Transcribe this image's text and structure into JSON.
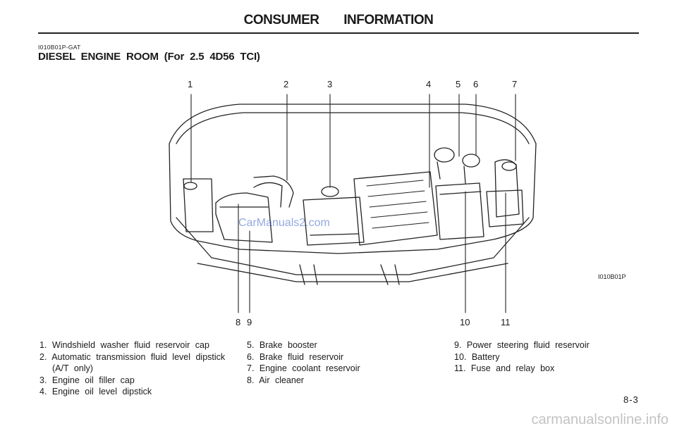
{
  "header": {
    "title": "CONSUMER INFORMATION"
  },
  "section": {
    "code": "I010B01P-GAT",
    "title": "DIESEL ENGINE ROOM (For 2.5 4D56 TCI)"
  },
  "figure": {
    "code": "I010B01P",
    "callouts_top": [
      "1",
      "2",
      "3",
      "4",
      "5",
      "6",
      "7"
    ],
    "callouts_bottom": [
      "8",
      "9",
      "10",
      "11"
    ]
  },
  "legend": {
    "col1": [
      {
        "text": "1. Windshield washer fluid reservoir cap"
      },
      {
        "text": "2. Automatic transmission fluid level dipstick"
      },
      {
        "text": "(A/T only)",
        "indent": true
      },
      {
        "text": "3. Engine oil filler cap"
      },
      {
        "text": "4. Engine oil level dipstick"
      }
    ],
    "col2": [
      {
        "text": "5. Brake booster"
      },
      {
        "text": "6. Brake fluid reservoir"
      },
      {
        "text": "7. Engine coolant reservoir"
      },
      {
        "text": "8. Air cleaner"
      }
    ],
    "col3": [
      {
        "text": "9. Power steering fluid reservoir"
      },
      {
        "text": "10. Battery"
      },
      {
        "text": "11. Fuse and relay box"
      }
    ]
  },
  "page_number": "8-3",
  "watermarks": {
    "middle": "CarManuals2.com",
    "footer": "carmanualsonline.info"
  }
}
